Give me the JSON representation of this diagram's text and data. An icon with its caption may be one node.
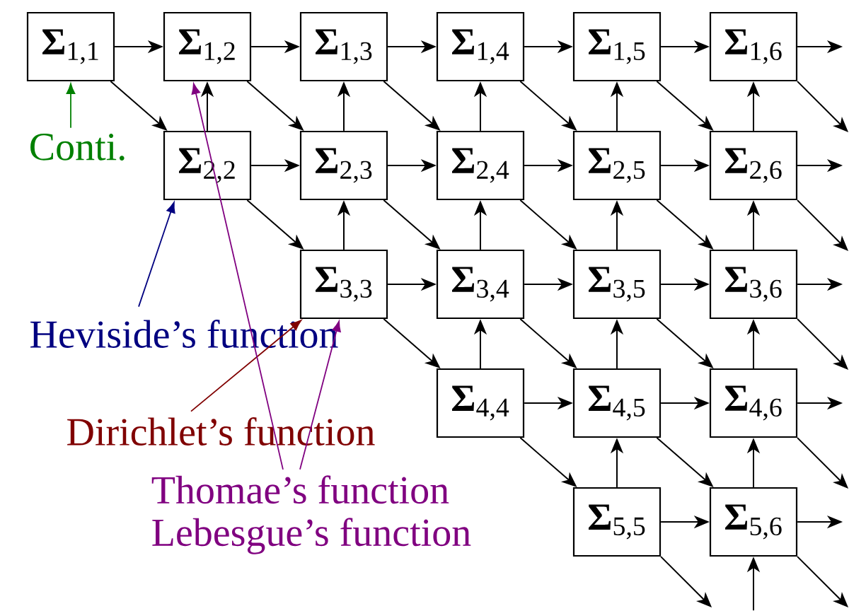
{
  "diagram": {
    "nodes": [
      {
        "text": [
          "**Σ**$_{1,1}$"
        ]
      },
      {
        "text": [
          "**Σ**$_{1,2}$"
        ]
      },
      {
        "text": [
          "**Σ**$_{1,3}$"
        ]
      },
      {
        "text": [
          "**Σ**$_{1,4}$"
        ]
      },
      {
        "text": [
          "**Σ**$_{1,5}$"
        ]
      },
      {
        "text": [
          "**Σ**$_{1,6}$"
        ]
      },
      {
        "text": [
          "**Σ**$_{2,2}$"
        ]
      },
      {
        "text": [
          "**Σ**$_{2,3}$"
        ]
      },
      {
        "text": [
          "**Σ**$_{2,4}$"
        ]
      },
      {
        "text": [
          "**Σ**$_{2,5}$"
        ]
      },
      {
        "text": [
          "**Σ**$_{2,6}$"
        ]
      },
      {
        "text": [
          "**Σ**$_{3,3}$"
        ]
      },
      {
        "text": [
          "**Σ**$_{3,4}$"
        ]
      },
      {
        "text": [
          "**Σ**$_{3,5}$"
        ]
      },
      {
        "text": [
          "**Σ**$_{3,6}$"
        ]
      },
      {
        "text": [
          "**Σ**$_{4,4}$"
        ]
      },
      {
        "text": [
          "**Σ**$_{4,5}$"
        ]
      },
      {
        "text": [
          "**Σ**$_{4,6}$"
        ]
      },
      {
        "text": [
          "**Σ**$_{5,5}$"
        ]
      },
      {
        "text": [
          "**Σ**$_{5,6}$"
        ]
      },
      {
        "text": [
          "Conti."
        ]
      },
      {
        "text": [
          "Heviside’s function"
        ]
      },
      {
        "text": [
          "Dirichlet’s function"
        ]
      },
      {
        "text": [
          "Thomae’s function",
          "Lebesgue’s function"
        ]
      }
    ],
    "edges": [
      {
        "from": 0,
        "to": 1,
        "arrow": "to"
      },
      {
        "from": 1,
        "to": 2,
        "arrow": "to"
      },
      {
        "from": 2,
        "to": 3,
        "arrow": "to"
      },
      {
        "from": 3,
        "to": 4,
        "arrow": "to"
      },
      {
        "from": 4,
        "to": 5,
        "arrow": "to"
      },
      {
        "from": 5,
        "to": null,
        "arrow": "to"
      },
      {
        "from": 6,
        "to": 7,
        "arrow": "to"
      },
      {
        "from": 7,
        "to": 8,
        "arrow": "to"
      },
      {
        "from": 8,
        "to": 9,
        "arrow": "to"
      },
      {
        "from": 9,
        "to": 10,
        "arrow": "to"
      },
      {
        "from": 10,
        "to": null,
        "arrow": "to"
      },
      {
        "from": 11,
        "to": 12,
        "arrow": "to"
      },
      {
        "from": 12,
        "to": 13,
        "arrow": "to"
      },
      {
        "from": 13,
        "to": 14,
        "arrow": "to"
      },
      {
        "from": 14,
        "to": null,
        "arrow": "to"
      },
      {
        "from": 15,
        "to": 16,
        "arrow": "to"
      },
      {
        "from": 16,
        "to": 17,
        "arrow": "to"
      },
      {
        "from": 17,
        "to": null,
        "arrow": "to"
      },
      {
        "from": 18,
        "to": 19,
        "arrow": "to"
      },
      {
        "from": 19,
        "to": null,
        "arrow": "to"
      },
      {
        "from": 6,
        "to": 1,
        "arrow": "to"
      },
      {
        "from": 7,
        "to": 2,
        "arrow": "to"
      },
      {
        "from": 8,
        "to": 3,
        "arrow": "to"
      },
      {
        "from": 9,
        "to": 4,
        "arrow": "to"
      },
      {
        "from": 10,
        "to": 5,
        "arrow": "to"
      },
      {
        "from": 11,
        "to": 7,
        "arrow": "to"
      },
      {
        "from": 12,
        "to": 8,
        "arrow": "to"
      },
      {
        "from": 13,
        "to": 9,
        "arrow": "to"
      },
      {
        "from": 14,
        "to": 10,
        "arrow": "to"
      },
      {
        "from": 15,
        "to": 12,
        "arrow": "to"
      },
      {
        "from": 16,
        "to": 13,
        "arrow": "to"
      },
      {
        "from": 17,
        "to": 14,
        "arrow": "to"
      },
      {
        "from": 18,
        "to": 16,
        "arrow": "to"
      },
      {
        "from": 19,
        "to": 17,
        "arrow": "to"
      },
      {
        "from": null,
        "to": 19,
        "arrow": "to"
      },
      {
        "from": 0,
        "to": 6,
        "arrow": "to"
      },
      {
        "from": 1,
        "to": 7,
        "arrow": "to"
      },
      {
        "from": 2,
        "to": 8,
        "arrow": "to"
      },
      {
        "from": 3,
        "to": 9,
        "arrow": "to"
      },
      {
        "from": 4,
        "to": 10,
        "arrow": "to"
      },
      {
        "from": 5,
        "to": null,
        "arrow": "to"
      },
      {
        "from": 6,
        "to": 11,
        "arrow": "to"
      },
      {
        "from": 7,
        "to": 12,
        "arrow": "to"
      },
      {
        "from": 8,
        "to": 13,
        "arrow": "to"
      },
      {
        "from": 9,
        "to": 14,
        "arrow": "to"
      },
      {
        "from": 10,
        "to": null,
        "arrow": "to"
      },
      {
        "from": 11,
        "to": 15,
        "arrow": "to"
      },
      {
        "from": 12,
        "to": 16,
        "arrow": "to"
      },
      {
        "from": 13,
        "to": 17,
        "arrow": "to"
      },
      {
        "from": 14,
        "to": null,
        "arrow": "to"
      },
      {
        "from": 15,
        "to": 18,
        "arrow": "to"
      },
      {
        "from": 16,
        "to": 19,
        "arrow": "to"
      },
      {
        "from": 17,
        "to": null,
        "arrow": "to"
      },
      {
        "from": 18,
        "to": null,
        "arrow": "to"
      },
      {
        "from": 19,
        "to": null,
        "arrow": "to"
      },
      {
        "from": 20,
        "to": 0,
        "arrow": "to",
        "color": "#008000"
      },
      {
        "from": 21,
        "to": 6,
        "arrow": "to",
        "color": "#000080"
      },
      {
        "from": 22,
        "to": 11,
        "arrow": "to",
        "color": "#800000"
      },
      {
        "from": 23,
        "to": 1,
        "arrow": "to",
        "color": "#800080"
      },
      {
        "from": 23,
        "to": 11,
        "arrow": "to",
        "color": "#800080"
      }
    ]
  }
}
